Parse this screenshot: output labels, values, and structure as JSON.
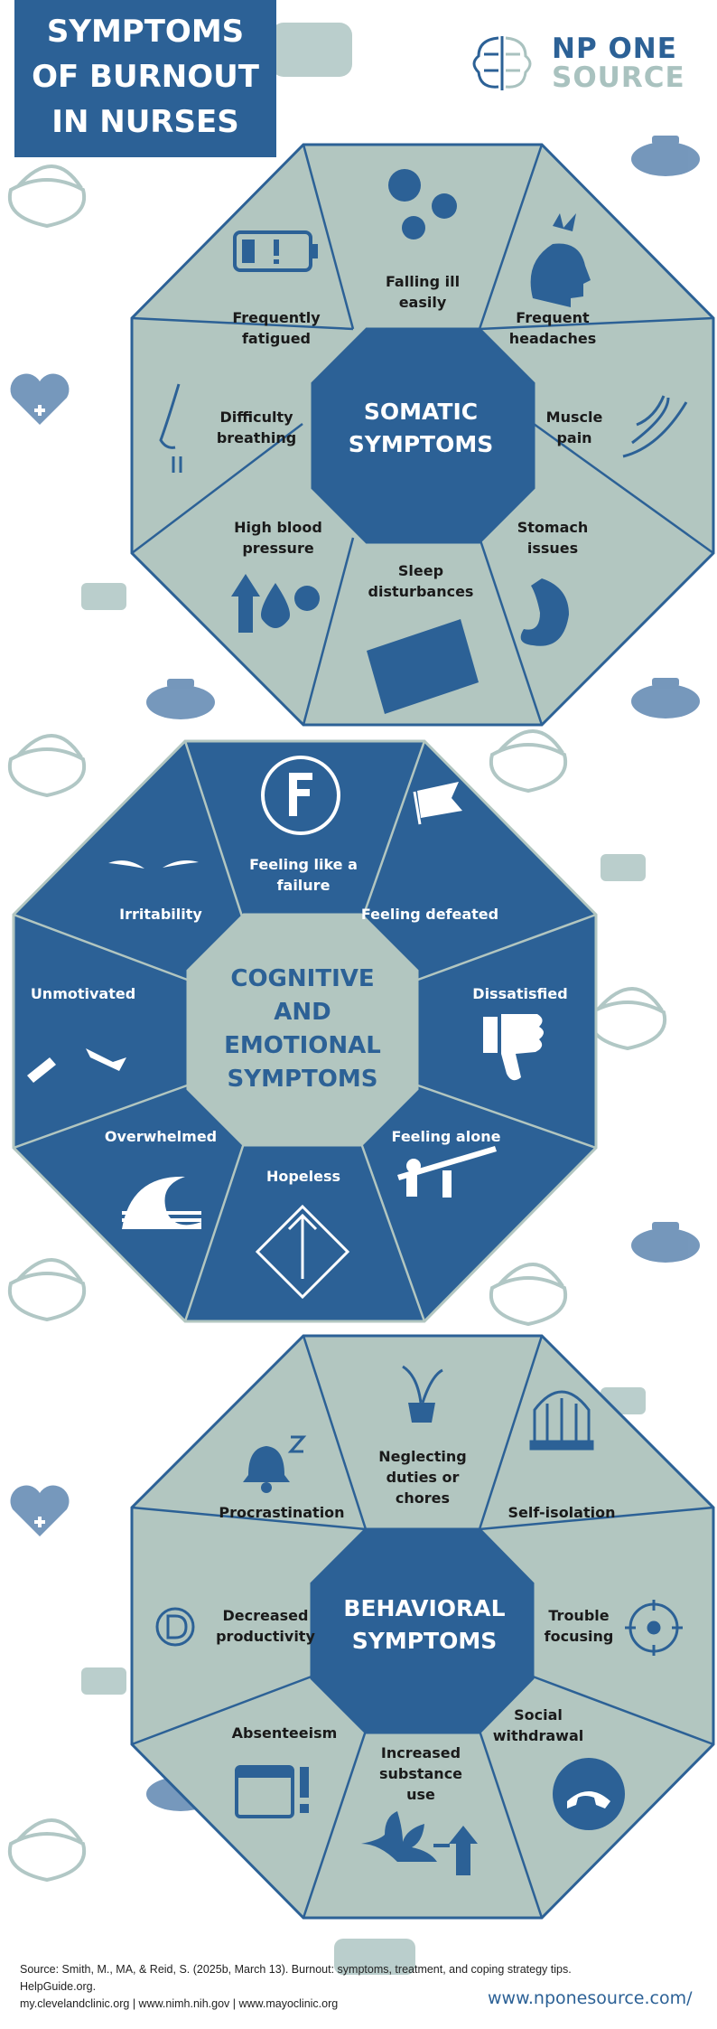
{
  "title": {
    "lines": [
      "SYMPTOMS",
      "OF BURNOUT",
      "IN NURSES"
    ]
  },
  "brand": {
    "line1": "NP ONE",
    "line2": "SOURCE"
  },
  "colors": {
    "primary": "#2c6196",
    "sage": "#b2c6c0",
    "light_sage": "#cfdcd8",
    "text_dark": "#1a1a1a"
  },
  "somatic": {
    "center": [
      "SOMATIC",
      "SYMPTOMS"
    ],
    "items": [
      {
        "label": "Falling ill easily",
        "icon": "virus-icon"
      },
      {
        "label": "Frequent headaches",
        "icon": "headache-icon"
      },
      {
        "label": "Muscle pain",
        "icon": "muscle-icon"
      },
      {
        "label": "Stomach issues",
        "icon": "stomach-icon"
      },
      {
        "label": "Sleep disturbances",
        "icon": "pillow-icon"
      },
      {
        "label": "High blood pressure",
        "icon": "blood-pressure-icon"
      },
      {
        "label": "Difficulty breathing",
        "icon": "nose-icon"
      },
      {
        "label": "Frequently fatigued",
        "icon": "low-battery-icon"
      }
    ]
  },
  "cognitive": {
    "center": [
      "COGNITIVE",
      "AND",
      "EMOTIONAL",
      "SYMPTOMS"
    ],
    "items": [
      {
        "label": "Feeling like a failure",
        "icon": "grade-f-icon"
      },
      {
        "label": "Feeling defeated",
        "icon": "white-flag-icon"
      },
      {
        "label": "Dissatisfied",
        "icon": "thumbs-down-icon"
      },
      {
        "label": "Feeling alone",
        "icon": "seesaw-icon"
      },
      {
        "label": "Hopeless",
        "icon": "crossroads-icon"
      },
      {
        "label": "Overwhelmed",
        "icon": "wave-icon"
      },
      {
        "label": "Unmotivated",
        "icon": "broken-arrow-icon"
      },
      {
        "label": "Irritability",
        "icon": "angry-eyebrows-icon"
      }
    ]
  },
  "behavioral": {
    "center": [
      "BEHAVIORAL",
      "SYMPTOMS"
    ],
    "items": [
      {
        "label": "Neglecting duties or chores",
        "icon": "wilted-plant-icon"
      },
      {
        "label": "Self-isolation",
        "icon": "birdcage-icon"
      },
      {
        "label": "Trouble focusing",
        "icon": "target-icon"
      },
      {
        "label": "Social withdrawal",
        "icon": "phone-hangup-icon"
      },
      {
        "label": "Increased substance use",
        "icon": "substance-icon"
      },
      {
        "label": "Absenteeism",
        "icon": "calendar-alert-icon"
      },
      {
        "label": "Decreased productivity",
        "icon": "grade-d-icon"
      },
      {
        "label": "Procrastination",
        "icon": "snooze-bell-icon"
      }
    ]
  },
  "footer": {
    "source_lines": [
      "Source: Smith, M., MA, & Reid, S. (2025b, March 13). Burnout: symptoms, treatment, and coping strategy tips.",
      "HelpGuide.org.",
      "my.clevelandclinic.org | www.nimh.nih.gov | www.mayoclinic.org"
    ],
    "url": "www.nponesource.com/"
  }
}
